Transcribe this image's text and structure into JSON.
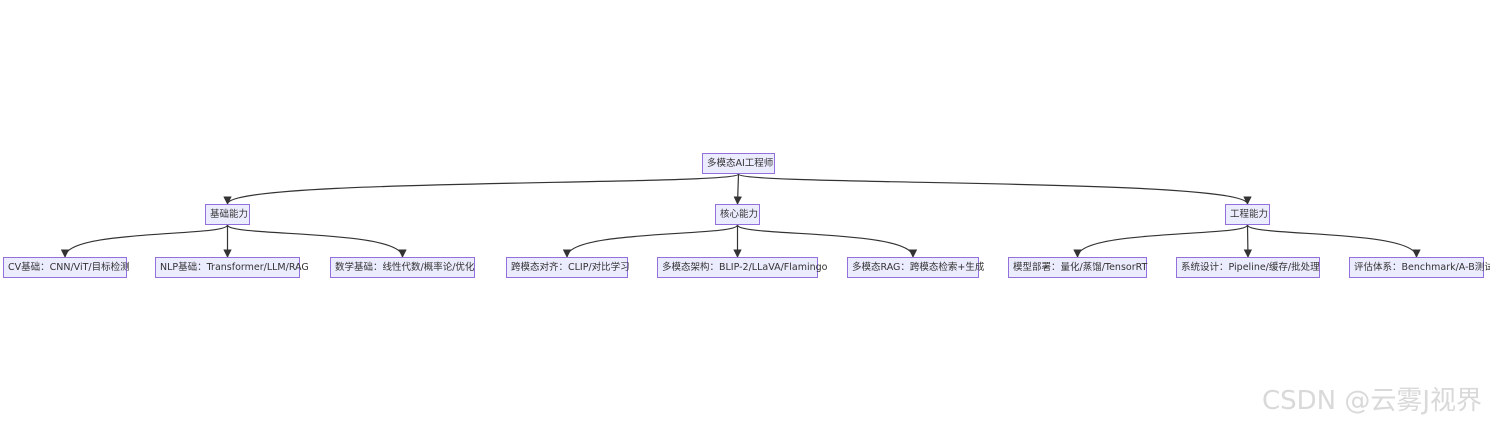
{
  "diagram": {
    "nodes": [
      {
        "id": "root",
        "label": "多模态AI工程师"
      },
      {
        "id": "basic",
        "label": "基础能力"
      },
      {
        "id": "core",
        "label": "核心能力"
      },
      {
        "id": "eng",
        "label": "工程能力"
      },
      {
        "id": "cv",
        "label": "CV基础：CNN/ViT/目标检测"
      },
      {
        "id": "nlp",
        "label": "NLP基础：Transformer/LLM/RAG"
      },
      {
        "id": "math",
        "label": "数学基础：线性代数/概率论/优化"
      },
      {
        "id": "align",
        "label": "跨模态对齐：CLIP/对比学习"
      },
      {
        "id": "arch",
        "label": "多模态架构：BLIP-2/LLaVA/Flamingo"
      },
      {
        "id": "mmrag",
        "label": "多模态RAG：跨模态检索+生成"
      },
      {
        "id": "deploy",
        "label": "模型部署：量化/蒸馏/TensorRT"
      },
      {
        "id": "sysdesign",
        "label": "系统设计：Pipeline/缓存/批处理"
      },
      {
        "id": "eval",
        "label": "评估体系：Benchmark/A-B测试"
      }
    ],
    "edges": [
      {
        "from": "root",
        "to": "basic"
      },
      {
        "from": "root",
        "to": "core"
      },
      {
        "from": "root",
        "to": "eng"
      },
      {
        "from": "basic",
        "to": "cv"
      },
      {
        "from": "basic",
        "to": "nlp"
      },
      {
        "from": "basic",
        "to": "math"
      },
      {
        "from": "core",
        "to": "align"
      },
      {
        "from": "core",
        "to": "arch"
      },
      {
        "from": "core",
        "to": "mmrag"
      },
      {
        "from": "eng",
        "to": "deploy"
      },
      {
        "from": "eng",
        "to": "sysdesign"
      },
      {
        "from": "eng",
        "to": "eval"
      }
    ]
  },
  "watermark": "CSDN @云雾J视界",
  "colors": {
    "node_fill": "#ececff",
    "node_border": "#9370db",
    "edge": "#333333",
    "text": "#333333",
    "watermark": "#d9d9d9"
  }
}
